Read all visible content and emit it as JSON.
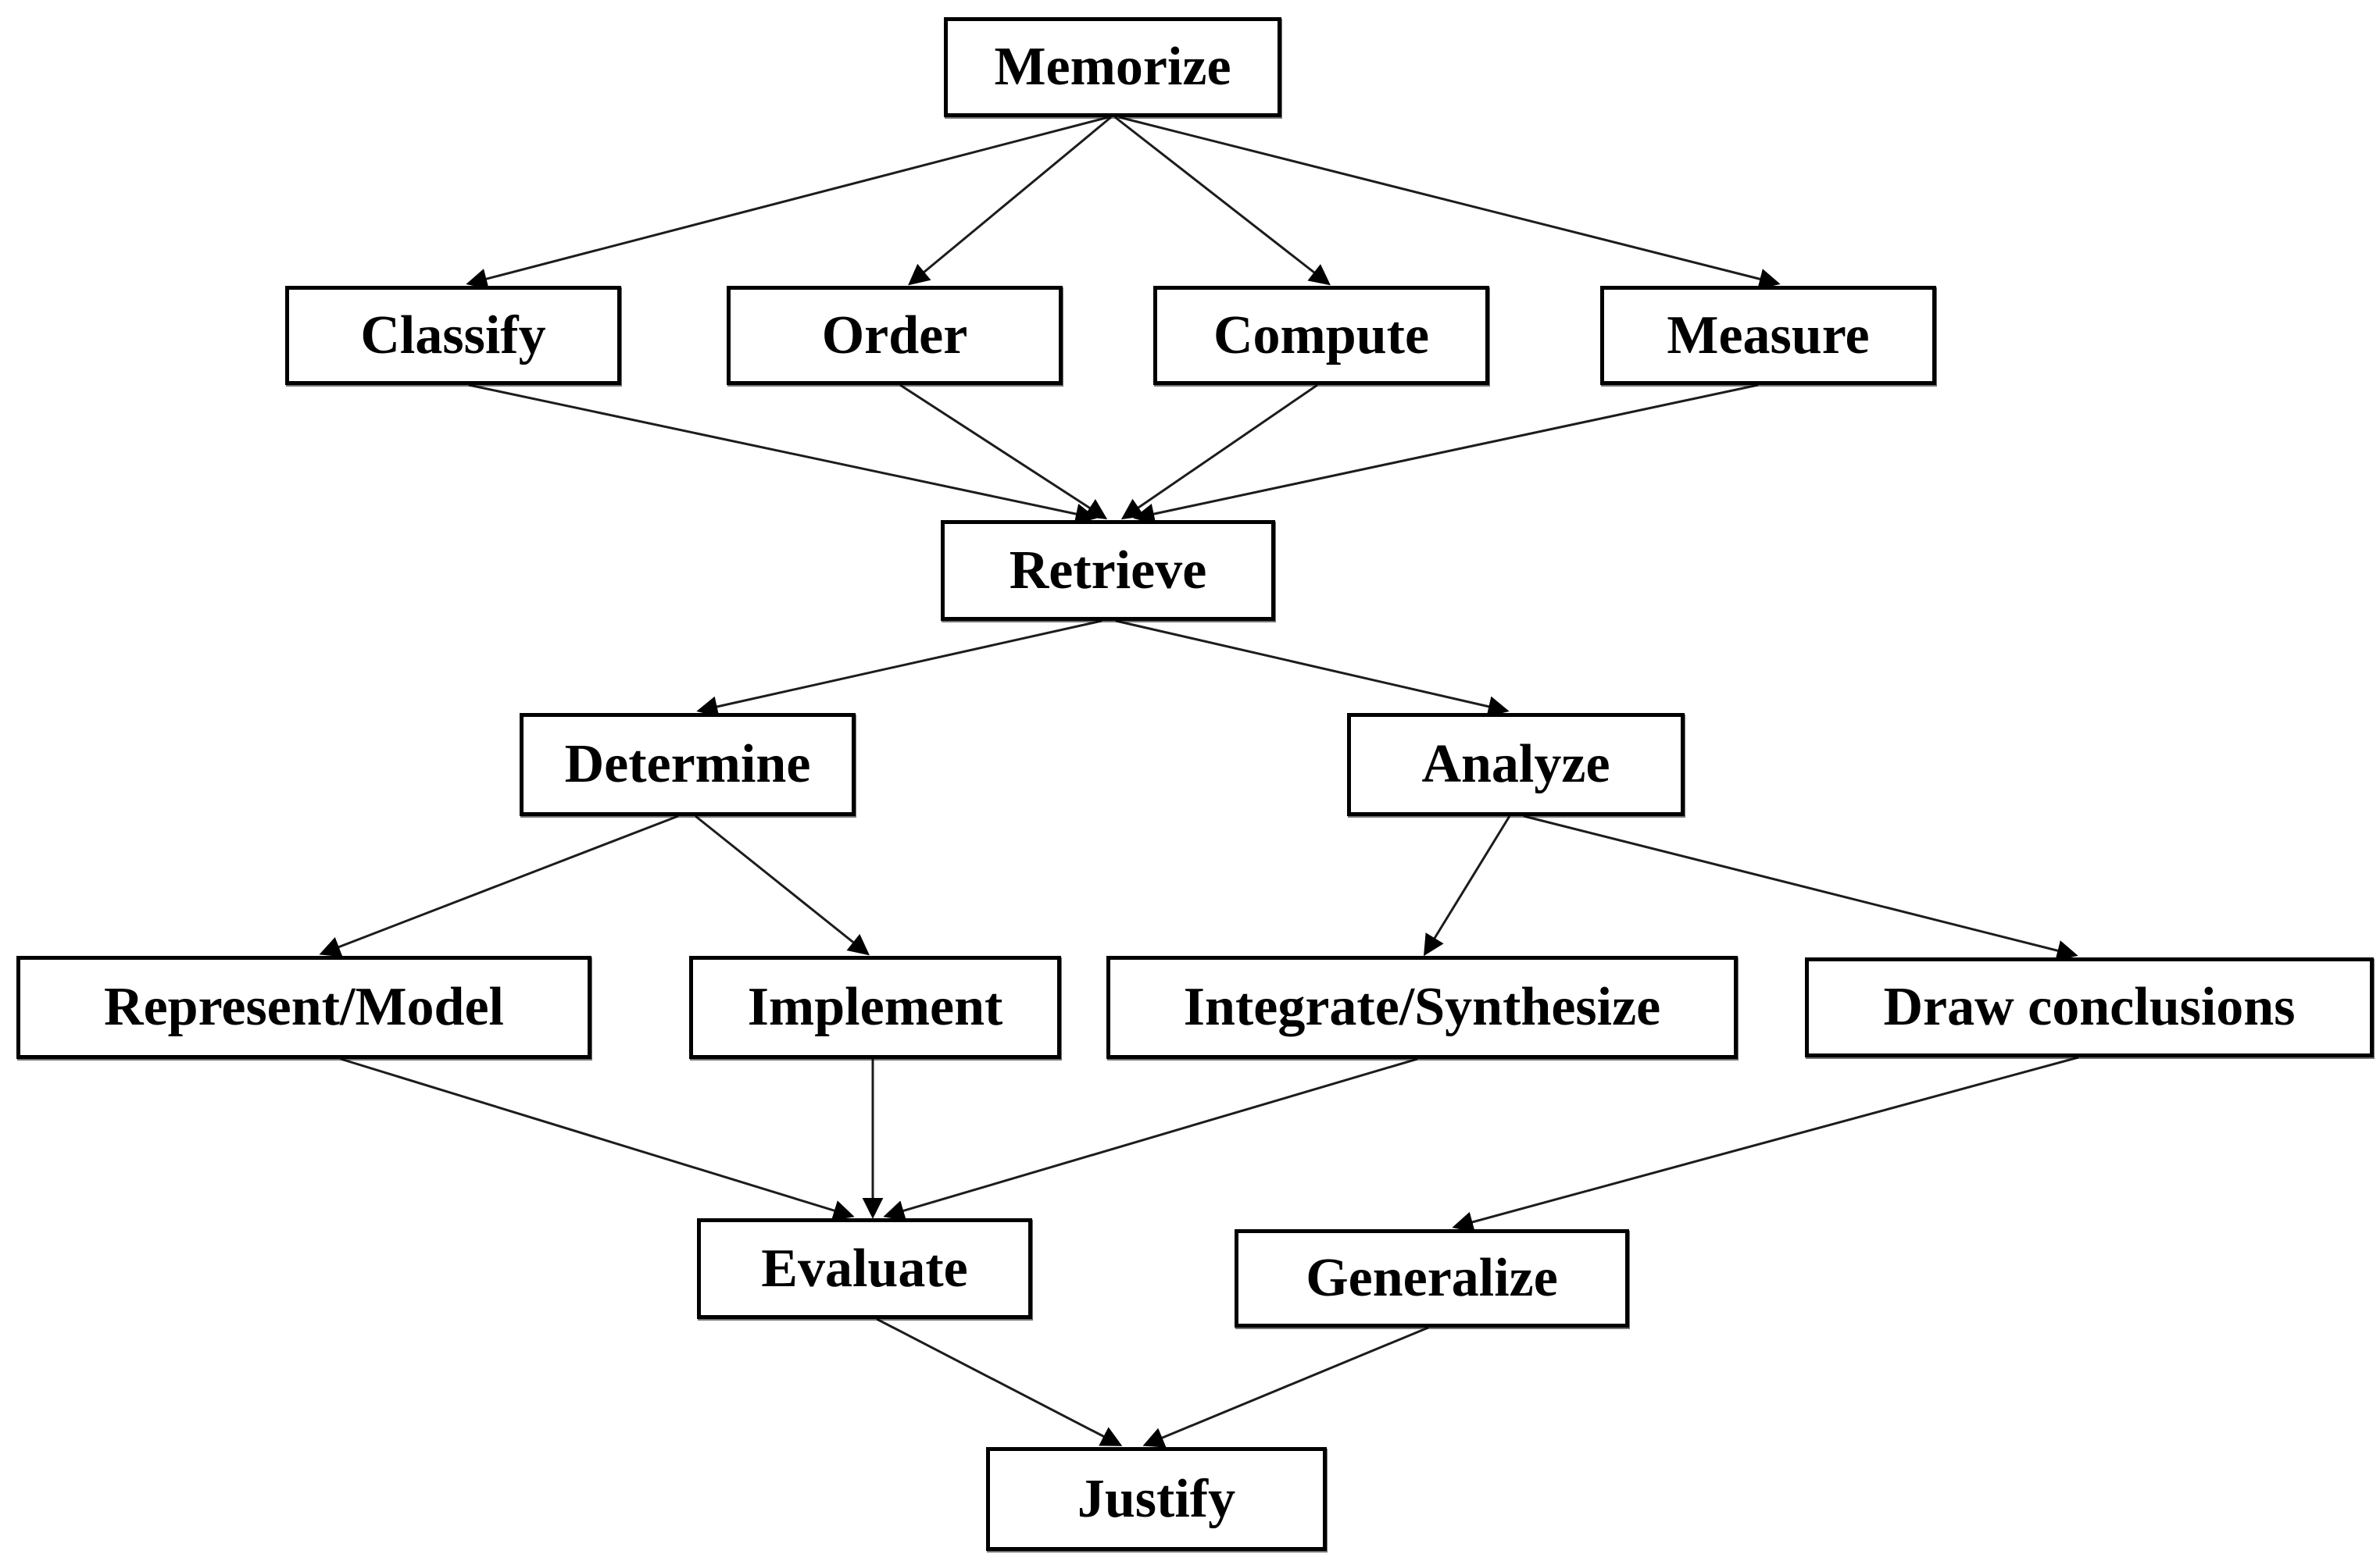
{
  "diagram": {
    "type": "flowchart",
    "background_color": "#ffffff",
    "box_fill_color": "#ffffff",
    "box_border_color": "#000000",
    "text_color": "#000000",
    "arrow_color": "#1c1c1c",
    "nodes": {
      "memorize": {
        "label": "Memorize"
      },
      "classify": {
        "label": "Classify"
      },
      "order": {
        "label": "Order"
      },
      "compute": {
        "label": "Compute"
      },
      "measure": {
        "label": "Measure"
      },
      "retrieve": {
        "label": "Retrieve"
      },
      "determine": {
        "label": "Determine"
      },
      "analyze": {
        "label": "Analyze"
      },
      "represent_model": {
        "label": "Represent/Model"
      },
      "implement": {
        "label": "Implement"
      },
      "integrate_synthesize": {
        "label": "Integrate/Synthesize"
      },
      "draw_conclusions": {
        "label": "Draw conclusions"
      },
      "evaluate": {
        "label": "Evaluate"
      },
      "generalize": {
        "label": "Generalize"
      },
      "justify": {
        "label": "Justify"
      }
    },
    "edges": [
      {
        "from": "Memorize",
        "to": "Classify"
      },
      {
        "from": "Memorize",
        "to": "Order"
      },
      {
        "from": "Memorize",
        "to": "Compute"
      },
      {
        "from": "Memorize",
        "to": "Measure"
      },
      {
        "from": "Classify",
        "to": "Retrieve"
      },
      {
        "from": "Order",
        "to": "Retrieve"
      },
      {
        "from": "Compute",
        "to": "Retrieve"
      },
      {
        "from": "Measure",
        "to": "Retrieve"
      },
      {
        "from": "Retrieve",
        "to": "Determine"
      },
      {
        "from": "Retrieve",
        "to": "Analyze"
      },
      {
        "from": "Determine",
        "to": "Represent/Model"
      },
      {
        "from": "Determine",
        "to": "Implement"
      },
      {
        "from": "Analyze",
        "to": "Integrate/Synthesize"
      },
      {
        "from": "Analyze",
        "to": "Draw conclusions"
      },
      {
        "from": "Represent/Model",
        "to": "Evaluate"
      },
      {
        "from": "Implement",
        "to": "Evaluate"
      },
      {
        "from": "Integrate/Synthesize",
        "to": "Evaluate"
      },
      {
        "from": "Draw conclusions",
        "to": "Generalize"
      },
      {
        "from": "Evaluate",
        "to": "Justify"
      },
      {
        "from": "Generalize",
        "to": "Justify"
      }
    ]
  }
}
